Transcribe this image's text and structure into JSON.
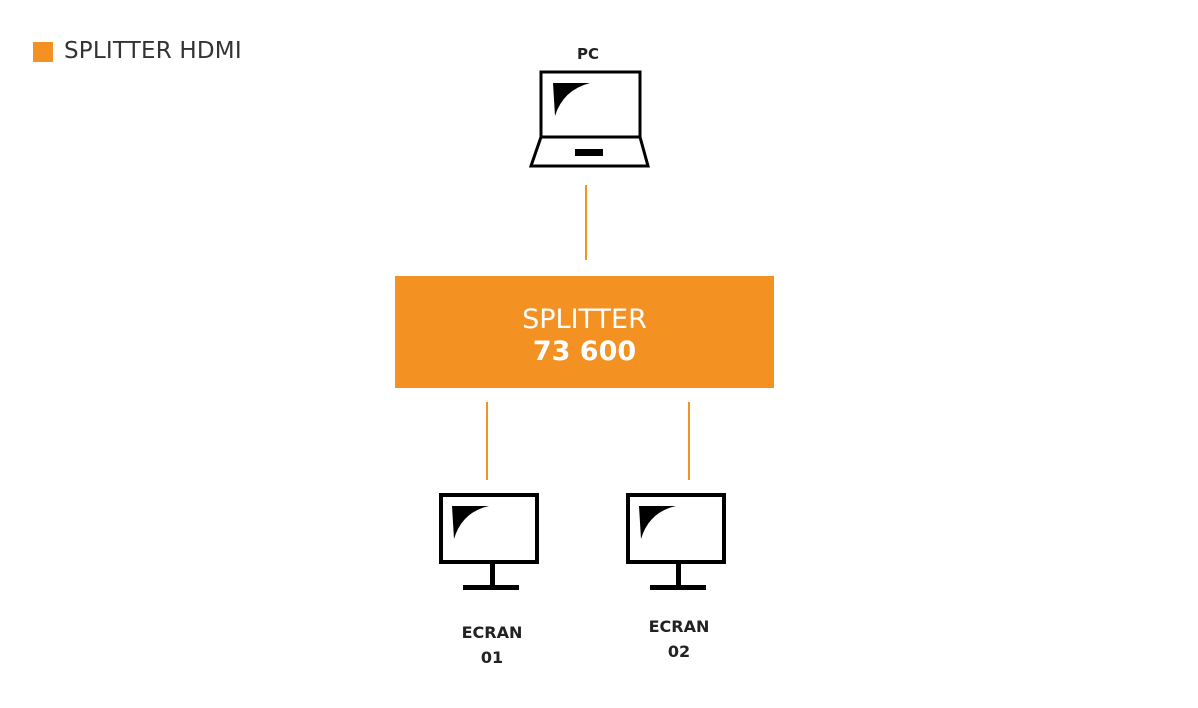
{
  "legend": {
    "label": "SPLITTER HDMI",
    "color": "#f39122"
  },
  "nodes": {
    "pc": {
      "label": "PC"
    },
    "splitter": {
      "name": "SPLITTER",
      "model": "73 600"
    },
    "screen1": {
      "line1": "ECRAN",
      "line2": "01"
    },
    "screen2": {
      "line1": "ECRAN",
      "line2": "02"
    }
  }
}
